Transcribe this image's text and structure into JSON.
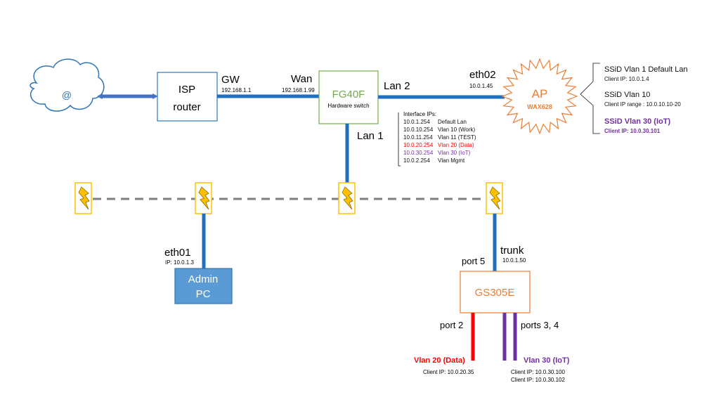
{
  "colors": {
    "link": "#1f6fbf",
    "cloud": "#2e75b6",
    "isp_border": "#2e75b6",
    "fg_border": "#70ad47",
    "fg_text": "#70ad47",
    "ap": "#ed7d31",
    "gs_border": "#ed7d31",
    "gs_text": "#ed7d31",
    "admin_fill": "#5b9bd5",
    "admin_border": "#2e75b6",
    "vlan20": "#ff0000",
    "vlan30": "#7030a0",
    "bolt_fill": "#ffc000",
    "bolt_stroke": "#8a6d00",
    "dashed": "#7f7f7f"
  },
  "cloud": {
    "label": "@",
    "icon": "cloud-icon"
  },
  "isp": {
    "line1": "ISP",
    "line2": "router"
  },
  "gw": {
    "label": "GW",
    "ip": "192.168.1.1"
  },
  "wan": {
    "label": "Wan",
    "ip": "192.168.1.99"
  },
  "fg40f": {
    "name": "FG40F",
    "subtitle": "Hardware switch"
  },
  "lan2": {
    "label": "Lan 2"
  },
  "lan1": {
    "label": "Lan 1"
  },
  "eth02": {
    "label": "eth02",
    "ip": "10.0.1.45"
  },
  "ap": {
    "name": "AP",
    "model": "WAX628"
  },
  "ssids": [
    {
      "title": "SSiD Vlan 1 Default Lan",
      "detail": "Client IP: 10.0.1.4",
      "color": "#111111",
      "bold": false
    },
    {
      "title": "SSiD Vlan 10",
      "detail": "Client IP range : 10.0.10.10-20",
      "color": "#111111",
      "bold": false
    },
    {
      "title": "SSiD Vlan 30 (IoT)",
      "detail": "Client IP: 10.0.30.101",
      "color": "#7030a0",
      "bold": true
    }
  ],
  "interfaces": {
    "title": "Interface IPs:",
    "rows": [
      {
        "ip": "10.0.1.254",
        "name": "Default Lan",
        "color": "#111111"
      },
      {
        "ip": "10.0.10.254",
        "name": "Vlan 10 (Work)",
        "color": "#111111"
      },
      {
        "ip": "10.0.11.254",
        "name": "Vlan 11 (TEST)",
        "color": "#111111"
      },
      {
        "ip": "10.0.20.254",
        "name": "Vlan 20 (Data)",
        "color": "#ff0000"
      },
      {
        "ip": "10.0.30.254",
        "name": "Vlan 30 (IoT)",
        "color": "#7030a0"
      },
      {
        "ip": "10.0.2.254",
        "name": "Vlan Mgmt",
        "color": "#111111"
      }
    ]
  },
  "eth01": {
    "label": "eth01",
    "ip": "IP: 10.0.1.3"
  },
  "admin_pc": {
    "line1": "Admin",
    "line2": "PC"
  },
  "trunk": {
    "label": "trunk",
    "ip": "10.0.1.50"
  },
  "port5": {
    "label": "port 5"
  },
  "gs305e": {
    "name": "GS305E"
  },
  "port2": {
    "label": "port 2"
  },
  "ports34": {
    "label": "ports 3, 4"
  },
  "vlan20_client": {
    "title": "Vlan 20 (Data)",
    "ip": "Client IP: 10.0.20.35"
  },
  "vlan30_client": {
    "title": "Vlan 30 (IoT)",
    "ip1": "Client IP: 10.0.30.100",
    "ip2": "Client IP: 10.0.30.102"
  },
  "icons": {
    "bolt": "lightning-bolt-icon",
    "cloud": "cloud-icon"
  }
}
